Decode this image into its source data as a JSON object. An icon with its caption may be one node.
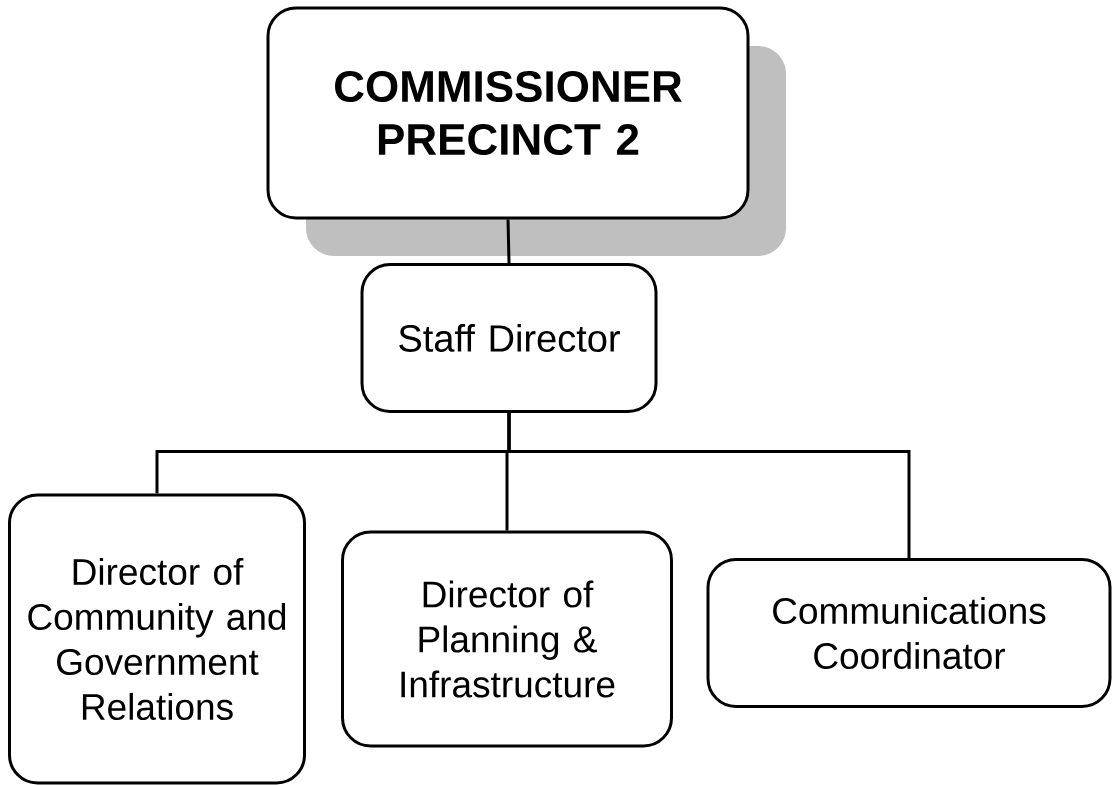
{
  "diagram": {
    "nodes": [
      {
        "text": [
          "COMMISSIONER PRECINCT 2"
        ]
      },
      {
        "text": [
          "Staff Director"
        ]
      },
      {
        "text": [
          "Director of Community and Government Relations"
        ]
      },
      {
        "text": [
          "Director of Planning & Infrastructure"
        ]
      },
      {
        "text": [
          "Communications Coordinator"
        ]
      }
    ],
    "edges": [
      {
        "from": 0,
        "to": 1,
        "arrow": "none"
      },
      {
        "from": 1,
        "to": 2,
        "arrow": "none"
      },
      {
        "from": 1,
        "to": 3,
        "arrow": "none"
      },
      {
        "from": 1,
        "to": 4,
        "arrow": "none"
      }
    ]
  }
}
